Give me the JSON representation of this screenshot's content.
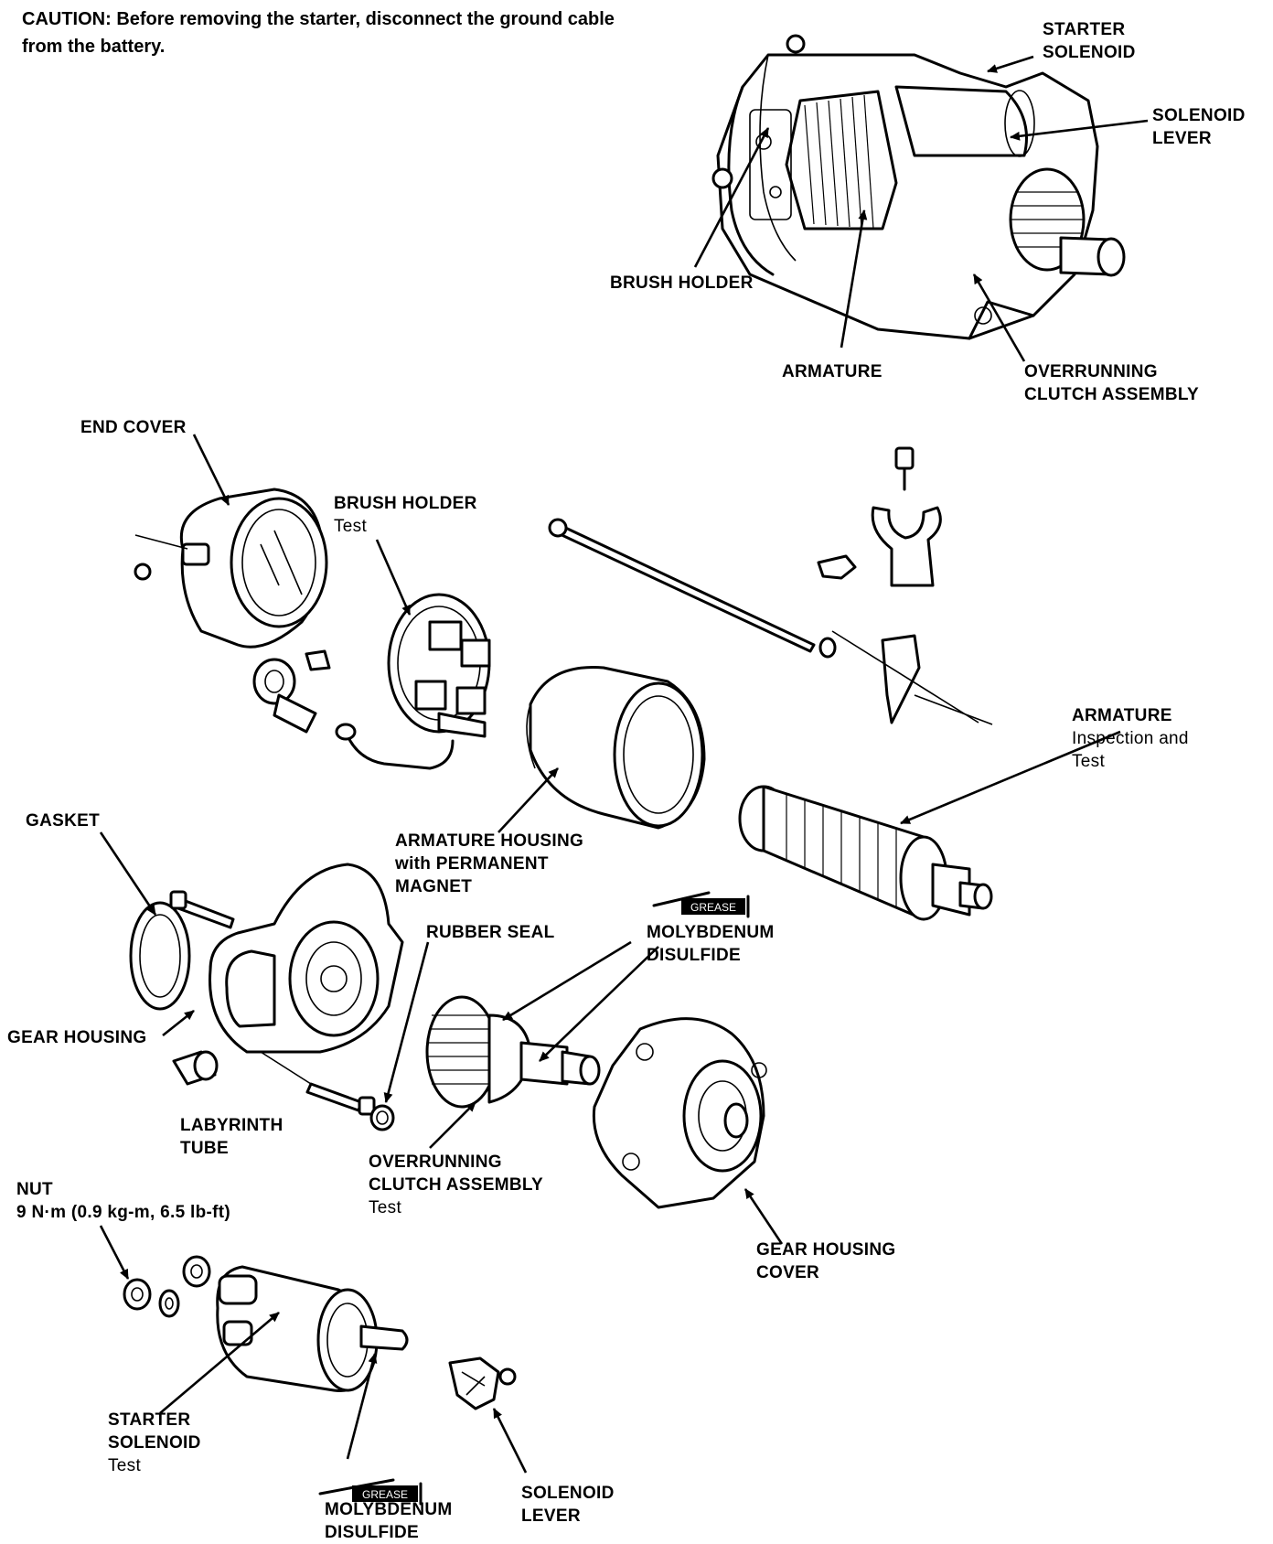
{
  "caution": {
    "label": "CAUTION:",
    "text": "Before removing the starter, disconnect the ground cable from the battery."
  },
  "grease_tag": "GREASE",
  "labels": {
    "top_starter_solenoid": [
      "STARTER",
      "SOLENOID"
    ],
    "top_solenoid_lever": [
      "SOLENOID",
      "LEVER"
    ],
    "top_brush_holder": "BRUSH HOLDER",
    "top_armature": "ARMATURE",
    "top_overrunning_clutch": [
      "OVERRUNNING",
      "CLUTCH ASSEMBLY"
    ],
    "end_cover": "END COVER",
    "brush_holder": {
      "name": "BRUSH HOLDER",
      "note": "Test"
    },
    "armature": {
      "name": "ARMATURE",
      "note": [
        "Inspection and",
        "Test"
      ]
    },
    "armature_housing": [
      "ARMATURE HOUSING",
      "with PERMANENT",
      "MAGNET"
    ],
    "gasket": "GASKET",
    "rubber_seal": "RUBBER SEAL",
    "molybdenum_1": [
      "MOLYBDENUM",
      "DISULFIDE"
    ],
    "gear_housing": "GEAR HOUSING",
    "labyrinth_tube": [
      "LABYRINTH",
      "TUBE"
    ],
    "overrunning_clutch": {
      "name": [
        "OVERRUNNING",
        "CLUTCH ASSEMBLY"
      ],
      "note": "Test"
    },
    "nut": {
      "name": "NUT",
      "spec": "9 N·m (0.9 kg-m, 6.5 lb-ft)"
    },
    "gear_housing_cover": [
      "GEAR HOUSING",
      "COVER"
    ],
    "starter_solenoid": {
      "name": [
        "STARTER",
        "SOLENOID"
      ],
      "note": "Test"
    },
    "molybdenum_2": [
      "MOLYBDENUM",
      "DISULFIDE"
    ],
    "solenoid_lever": [
      "SOLENOID",
      "LEVER"
    ]
  }
}
